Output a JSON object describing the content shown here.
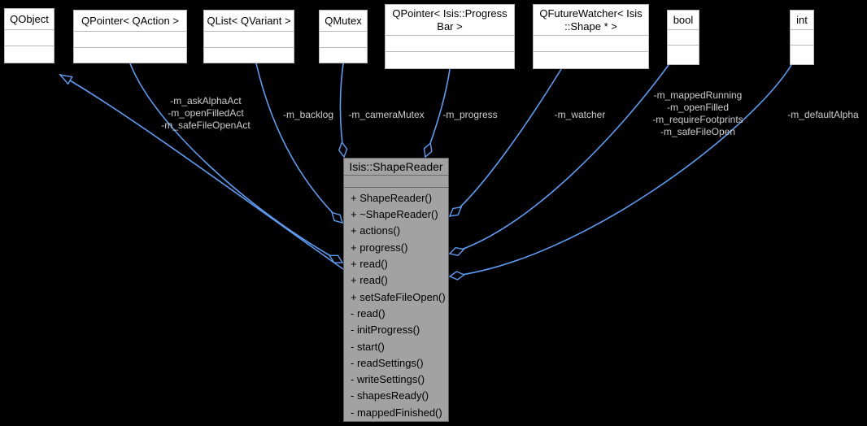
{
  "colors": {
    "background": "#000000",
    "edge_blue": "#5d9cf4",
    "type_box_fill": "#ffffff",
    "type_box_border": "#bababa",
    "class_box_fill": "#a2a2a2",
    "class_box_border": "#5e5e5e",
    "edge_label_text": "#cdcdcd",
    "box_text": "#000000"
  },
  "classes": [
    {
      "title": "QObject"
    },
    {
      "title": "QPointer< QAction >"
    },
    {
      "title": "QList< QVariant >"
    },
    {
      "title": "QMutex"
    },
    {
      "title": "QPointer< Isis::Progress Bar >"
    },
    {
      "title": "QFutureWatcher< Isis ::Shape * >"
    },
    {
      "title": "bool"
    },
    {
      "title": "int"
    }
  ],
  "main_class": {
    "title": "Isis::ShapeReader",
    "members": [
      "+ ShapeReader()",
      "+ ~ShapeReader()",
      "+ actions()",
      "+ progress()",
      "+ read()",
      "+ read()",
      "+ setSafeFileOpen()",
      "- read()",
      "- initProgress()",
      "- start()",
      "- readSettings()",
      "- writeSettings()",
      "- shapesReady()",
      "- mappedFinished()"
    ]
  },
  "edge_labels": [
    {
      "lines": [
        "-m_askAlphaAct",
        "-m_openFilledAct",
        "-m_safeFileOpenAct"
      ]
    },
    {
      "lines": [
        "-m_backlog"
      ]
    },
    {
      "lines": [
        "-m_cameraMutex"
      ]
    },
    {
      "lines": [
        "-m_progress"
      ]
    },
    {
      "lines": [
        "-m_watcher"
      ]
    },
    {
      "lines": [
        "-m_mappedRunning",
        "-m_openFilled",
        "-m_requireFootprints",
        "-m_safeFileOpen"
      ]
    },
    {
      "lines": [
        "-m_defaultAlpha"
      ]
    }
  ]
}
